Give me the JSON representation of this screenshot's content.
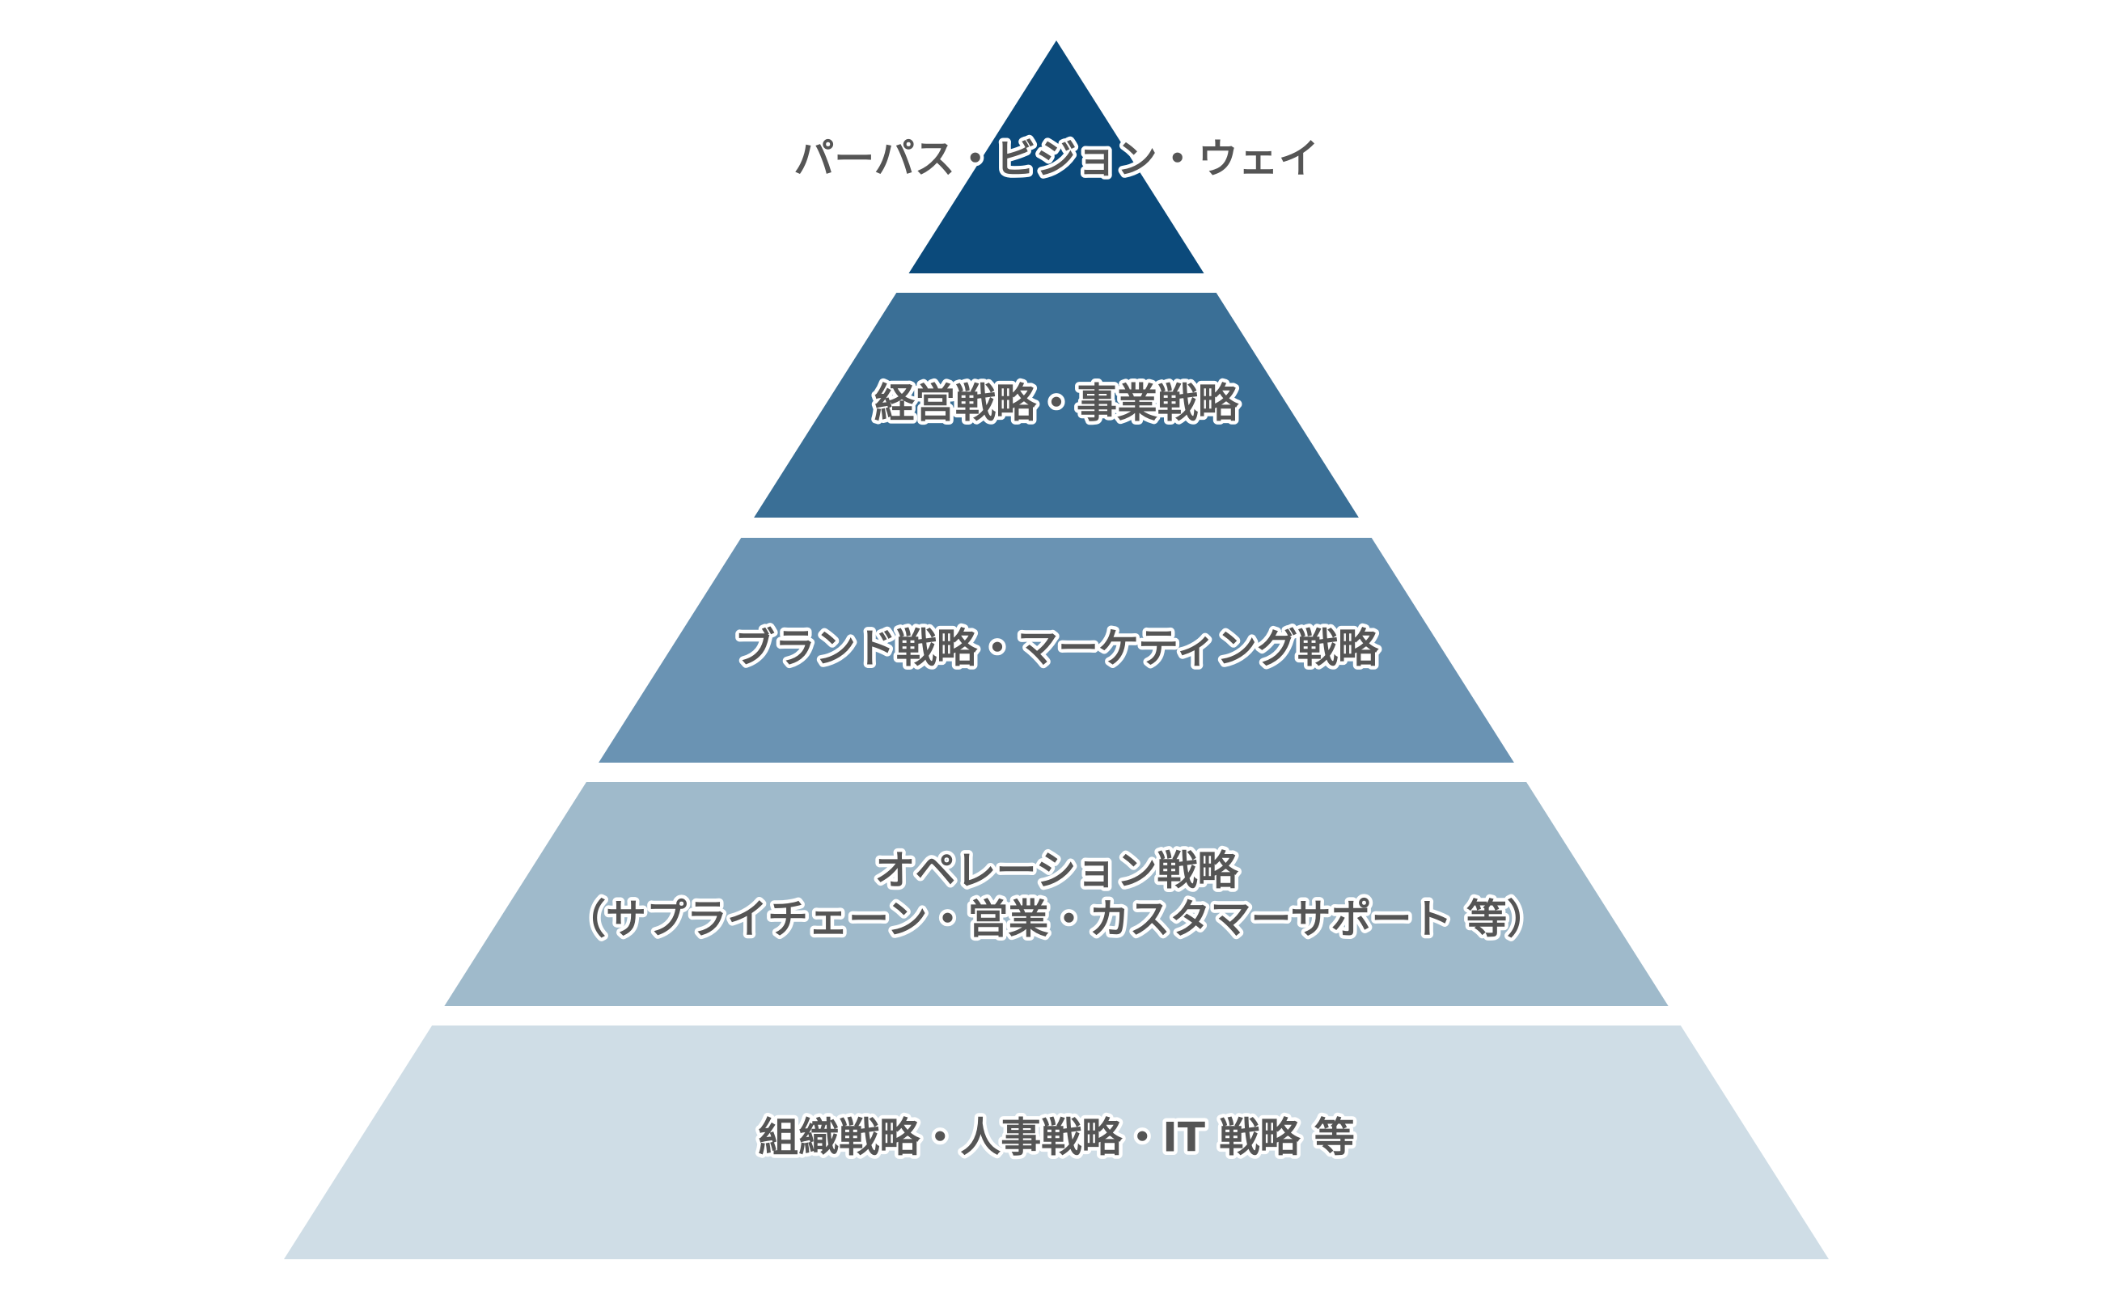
{
  "pyramid": {
    "tiers": [
      {
        "lines": [
          "パーパス・ビジョン・ウェイ"
        ],
        "color": "#0b4a7b"
      },
      {
        "lines": [
          "経営戦略・事業戦略"
        ],
        "color": "#3a6f96"
      },
      {
        "lines": [
          "ブランド戦略・マーケティング戦略"
        ],
        "color": "#6a93b3"
      },
      {
        "lines": [
          "オペレーション戦略",
          "（サプライチェーン・営業・カスタマーサポート 等）"
        ],
        "color": "#9fbacb"
      },
      {
        "lines": [
          "組織戦略・人事戦略・IT 戦略 等"
        ],
        "color": "#cfdde6"
      }
    ],
    "label_color": "#555555",
    "label_outline": "#ffffff"
  }
}
